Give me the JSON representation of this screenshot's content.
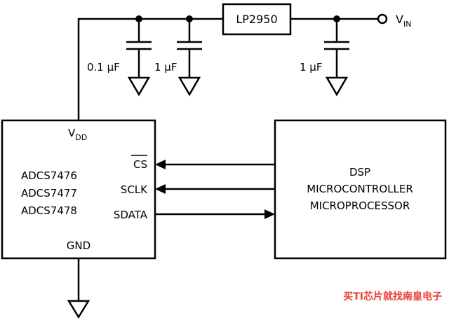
{
  "regulator": {
    "label": "LP2950"
  },
  "supply": {
    "main": "V",
    "sub": "IN"
  },
  "capacitors": [
    {
      "label": "0.1 µF"
    },
    {
      "label": "1 µF"
    },
    {
      "label": "1 µF"
    }
  ],
  "adc": {
    "vdd_main": "V",
    "vdd_sub": "DD",
    "parts": [
      "ADCS7476",
      "ADCS7477",
      "ADCS7478"
    ],
    "pins": {
      "cs": "CS",
      "sclk": "SCLK",
      "sdata": "SDATA",
      "gnd": "GND"
    }
  },
  "controller": {
    "lines": [
      "DSP",
      "MICROCONTROLLER",
      "MICROPROCESSOR"
    ]
  },
  "watermark": "买TI芯片就找南皇电子"
}
